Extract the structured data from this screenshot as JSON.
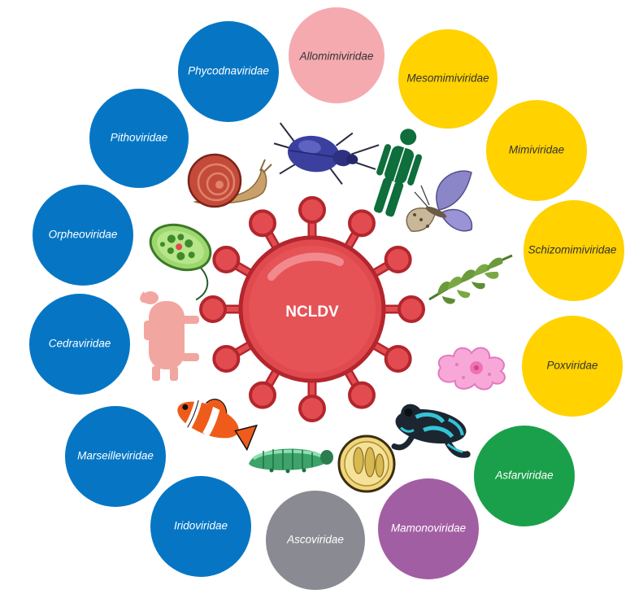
{
  "center": {
    "label": "NCLDV",
    "colors": {
      "body": "#e04a4e",
      "stroke": "#b3262d",
      "spike": "#e24c50"
    }
  },
  "families": [
    {
      "id": "allomimiviridae",
      "label": "Allomimiviridae",
      "color": "#f5aab0",
      "text_color": "#333333"
    },
    {
      "id": "mesomimiviridae",
      "label": "Mesomimiviridae",
      "color": "#ffd200",
      "text_color": "#333333"
    },
    {
      "id": "mimiviridae",
      "label": "Mimiviridae",
      "color": "#ffd200",
      "text_color": "#333333"
    },
    {
      "id": "schizomimiviridae",
      "label": "Schizomimiviridae",
      "color": "#ffd200",
      "text_color": "#333333"
    },
    {
      "id": "poxviridae",
      "label": "Poxviridae",
      "color": "#ffd200",
      "text_color": "#333333"
    },
    {
      "id": "asfarviridae",
      "label": "Asfarviridae",
      "color": "#1aa04a",
      "text_color": "#ffffff"
    },
    {
      "id": "mamonoviridae",
      "label": "Mamonoviridae",
      "color": "#a25ea2",
      "text_color": "#ffffff"
    },
    {
      "id": "ascoviridae",
      "label": "Ascoviridae",
      "color": "#8a8a92",
      "text_color": "#ffffff"
    },
    {
      "id": "iridoviridae",
      "label": "Iridoviridae",
      "color": "#0676c4",
      "text_color": "#ffffff"
    },
    {
      "id": "marseilleviridae",
      "label": "Marseilleviridae",
      "color": "#0676c4",
      "text_color": "#ffffff"
    },
    {
      "id": "cedraviridae",
      "label": "Cedraviridae",
      "color": "#0676c4",
      "text_color": "#ffffff"
    },
    {
      "id": "orpheoviridae",
      "label": "Orpheoviridae",
      "color": "#0676c4",
      "text_color": "#ffffff"
    },
    {
      "id": "pithoviridae",
      "label": "Pithoviridae",
      "color": "#0676c4",
      "text_color": "#ffffff"
    },
    {
      "id": "phycodnaviridae",
      "label": "Phycodnaviridae",
      "color": "#0676c4",
      "text_color": "#ffffff"
    }
  ],
  "host_icons": [
    "beetle-icon",
    "human-icon",
    "butterfly-icon",
    "seaweed-icon",
    "amoeba-icon",
    "frog-icon",
    "pollen-icon",
    "caterpillar-icon",
    "clownfish-icon",
    "pig-icon",
    "euglena-icon",
    "snail-icon"
  ]
}
